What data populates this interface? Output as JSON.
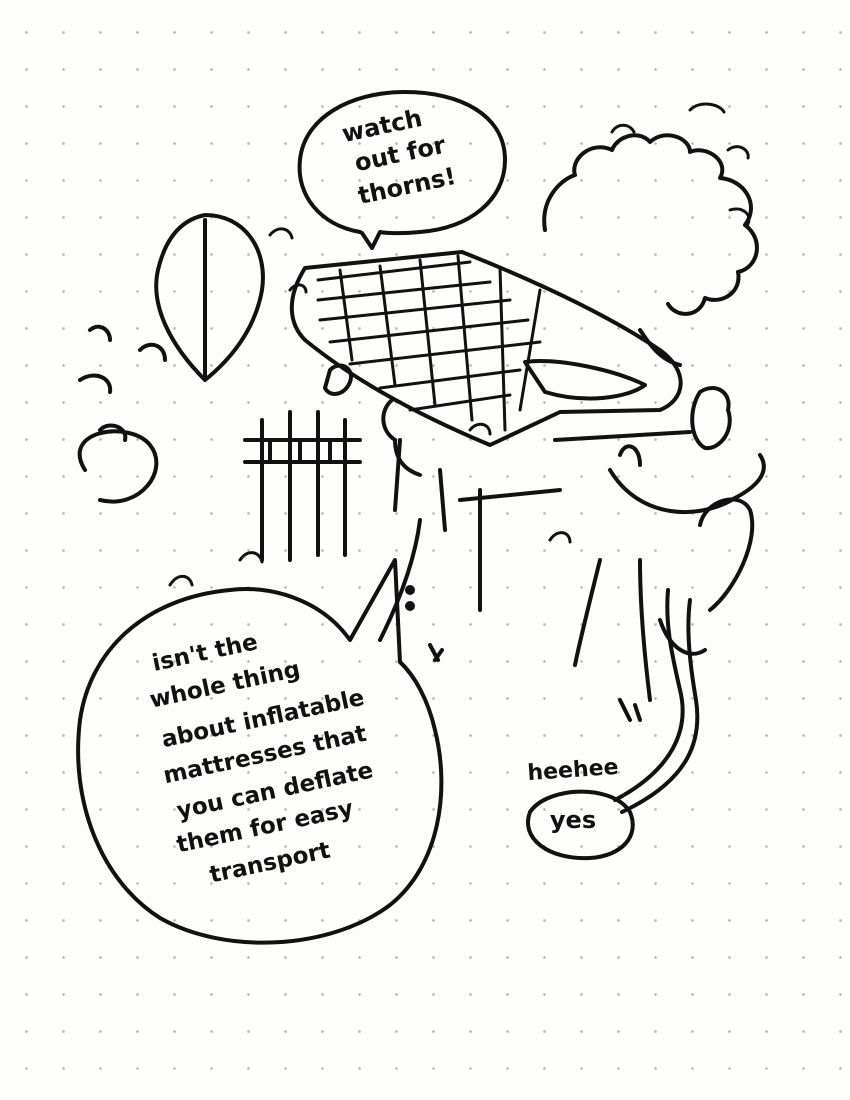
{
  "speech_bubbles": {
    "top": {
      "lines": [
        "watch",
        "out for",
        "thorns!"
      ]
    },
    "bottom_left": {
      "lines": [
        "isn't the",
        "whole thing",
        "about inflatable",
        "mattresses that",
        "you can deflate",
        "them for easy",
        "transport"
      ]
    },
    "bottom_right": {
      "text": "yes"
    }
  },
  "sound_effect": {
    "text": "heehee"
  },
  "colors": {
    "ink": "#111111",
    "paper": "#fdfdfb",
    "dots": "#b9b9b9"
  }
}
